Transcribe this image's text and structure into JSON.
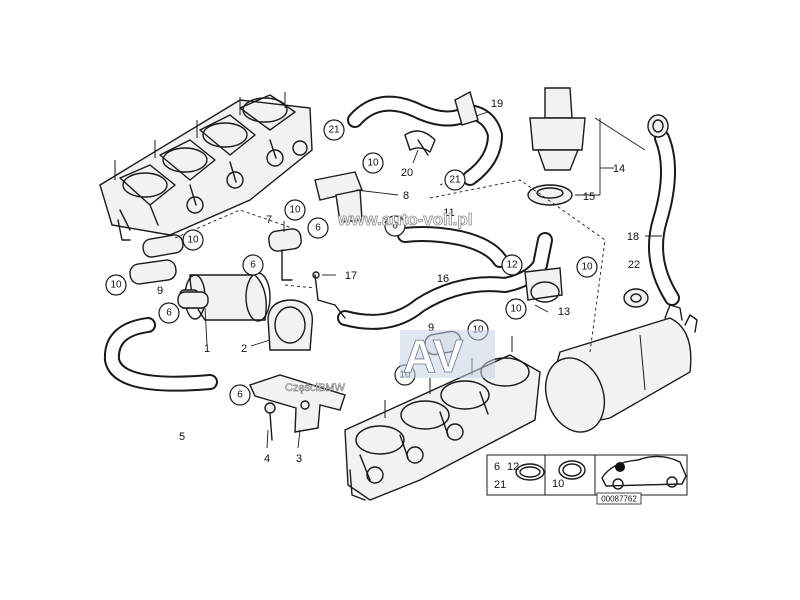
{
  "diagram": {
    "callouts": [
      {
        "id": "c1",
        "text": "1"
      },
      {
        "id": "c2",
        "text": "2"
      },
      {
        "id": "c3",
        "text": "3"
      },
      {
        "id": "c4",
        "text": "4"
      },
      {
        "id": "c5",
        "text": "5"
      },
      {
        "id": "c7",
        "text": "7"
      },
      {
        "id": "c8",
        "text": "8"
      },
      {
        "id": "c9a",
        "text": "9"
      },
      {
        "id": "c9b",
        "text": "9"
      },
      {
        "id": "c11",
        "text": "11"
      },
      {
        "id": "c13",
        "text": "13"
      },
      {
        "id": "c14",
        "text": "14"
      },
      {
        "id": "c15",
        "text": "15"
      },
      {
        "id": "c16",
        "text": "16"
      },
      {
        "id": "c17",
        "text": "17"
      },
      {
        "id": "c18",
        "text": "18"
      },
      {
        "id": "c19",
        "text": "19"
      },
      {
        "id": "c20",
        "text": "20"
      },
      {
        "id": "c22",
        "text": "22"
      }
    ],
    "circled": [
      {
        "id": "r21a",
        "text": "21"
      },
      {
        "id": "r10a",
        "text": "10"
      },
      {
        "id": "r21b",
        "text": "21"
      },
      {
        "id": "r10b",
        "text": "10"
      },
      {
        "id": "r6a",
        "text": "6"
      },
      {
        "id": "r6b",
        "text": "6"
      },
      {
        "id": "r10c",
        "text": "10"
      },
      {
        "id": "r6c",
        "text": "6"
      },
      {
        "id": "r10d",
        "text": "10"
      },
      {
        "id": "r6d",
        "text": "6"
      },
      {
        "id": "r12",
        "text": "12"
      },
      {
        "id": "r10e",
        "text": "10"
      },
      {
        "id": "r10f",
        "text": "10"
      },
      {
        "id": "r10g",
        "text": "10"
      },
      {
        "id": "r10h",
        "text": "10"
      },
      {
        "id": "r6e",
        "text": "6"
      }
    ],
    "legend": {
      "row1a": "6",
      "row1b": "12",
      "row2a": "21",
      "row2b": "10"
    },
    "watermarks": {
      "site": "www.auto-voll.pl",
      "brand_letters": "AV",
      "brand_caption": "CzęściBMW"
    },
    "diagram_code": "00087762"
  }
}
